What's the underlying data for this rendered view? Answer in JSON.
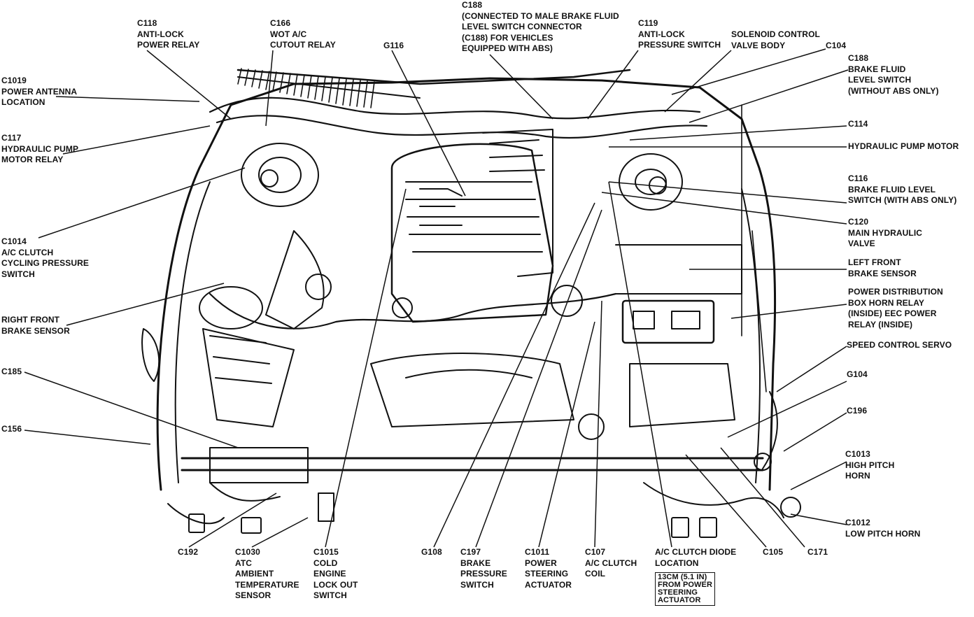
{
  "labels": [
    {
      "id": "c118",
      "lines": [
        "C118",
        "ANTI-LOCK",
        "POWER RELAY"
      ]
    },
    {
      "id": "c166",
      "lines": [
        "C166",
        "WOT A/C",
        "CUTOUT RELAY"
      ]
    },
    {
      "id": "c188a",
      "lines": [
        "C188",
        "(CONNECTED TO MALE BRAKE FLUID",
        "LEVEL SWITCH CONNECTOR",
        "(C188) FOR VEHICLES",
        "EQUIPPED WITH ABS)"
      ]
    },
    {
      "id": "c119",
      "lines": [
        "C119",
        "ANTI-LOCK",
        "PRESSURE SWITCH"
      ]
    },
    {
      "id": "solenoid",
      "lines": [
        "SOLENOID CONTROL",
        "VALVE BODY"
      ]
    },
    {
      "id": "c104",
      "lines": [
        "C104"
      ]
    },
    {
      "id": "c188b",
      "lines": [
        "C188",
        "BRAKE FLUID",
        "LEVEL SWITCH",
        "(WITHOUT ABS ONLY)"
      ]
    },
    {
      "id": "g116",
      "lines": [
        "G116"
      ]
    },
    {
      "id": "c1019",
      "lines": [
        "C1019",
        "POWER ANTENNA",
        "LOCATION"
      ]
    },
    {
      "id": "c117",
      "lines": [
        "C117",
        "HYDRAULIC PUMP",
        "MOTOR RELAY"
      ]
    },
    {
      "id": "c114",
      "lines": [
        "C114"
      ]
    },
    {
      "id": "pumpmotor",
      "lines": [
        "HYDRAULIC PUMP MOTOR"
      ]
    },
    {
      "id": "c116",
      "lines": [
        "C116",
        "BRAKE FLUID LEVEL",
        "SWITCH (WITH ABS ONLY)"
      ]
    },
    {
      "id": "c120",
      "lines": [
        "C120",
        "MAIN HYDRAULIC",
        "VALVE"
      ]
    },
    {
      "id": "c1014",
      "lines": [
        "C1014",
        "A/C CLUTCH",
        "CYCLING PRESSURE",
        "SWITCH"
      ]
    },
    {
      "id": "leftfront",
      "lines": [
        "LEFT FRONT",
        "BRAKE SENSOR"
      ]
    },
    {
      "id": "powerdist",
      "lines": [
        "POWER DISTRIBUTION",
        "BOX HORN RELAY",
        "(INSIDE) EEC POWER",
        "RELAY (INSIDE)"
      ]
    },
    {
      "id": "rightfront",
      "lines": [
        "RIGHT FRONT",
        "BRAKE SENSOR"
      ]
    },
    {
      "id": "speedservo",
      "lines": [
        "SPEED CONTROL SERVO"
      ]
    },
    {
      "id": "c185",
      "lines": [
        "C185"
      ]
    },
    {
      "id": "g104",
      "lines": [
        "G104"
      ]
    },
    {
      "id": "c196",
      "lines": [
        "C196"
      ]
    },
    {
      "id": "c156",
      "lines": [
        "C156"
      ]
    },
    {
      "id": "c1013",
      "lines": [
        "C1013",
        "HIGH PITCH",
        "HORN"
      ]
    },
    {
      "id": "c1012",
      "lines": [
        "C1012",
        "LOW PITCH HORN"
      ]
    },
    {
      "id": "c192",
      "lines": [
        "C192"
      ]
    },
    {
      "id": "c1030",
      "lines": [
        "C1030",
        "ATC",
        "AMBIENT",
        "TEMPERATURE",
        "SENSOR"
      ]
    },
    {
      "id": "c1015",
      "lines": [
        "C1015",
        "COLD",
        "ENGINE",
        "LOCK OUT",
        "SWITCH"
      ]
    },
    {
      "id": "g108",
      "lines": [
        "G108"
      ]
    },
    {
      "id": "c197",
      "lines": [
        "C197",
        "BRAKE",
        "PRESSURE",
        "SWITCH"
      ]
    },
    {
      "id": "c1011",
      "lines": [
        "C1011",
        "POWER",
        "STEERING",
        "ACTUATOR"
      ]
    },
    {
      "id": "c107",
      "lines": [
        "C107",
        "A/C CLUTCH",
        "COIL"
      ]
    },
    {
      "id": "diode",
      "lines": [
        "A/C CLUTCH DIODE",
        "LOCATION"
      ]
    },
    {
      "id": "c105",
      "lines": [
        "C105"
      ]
    },
    {
      "id": "c171",
      "lines": [
        "C171"
      ]
    },
    {
      "id": "diodenote",
      "lines": [
        "13CM (5.1 IN)",
        "FROM POWER",
        "STEERING",
        "ACTUATOR"
      ]
    }
  ]
}
